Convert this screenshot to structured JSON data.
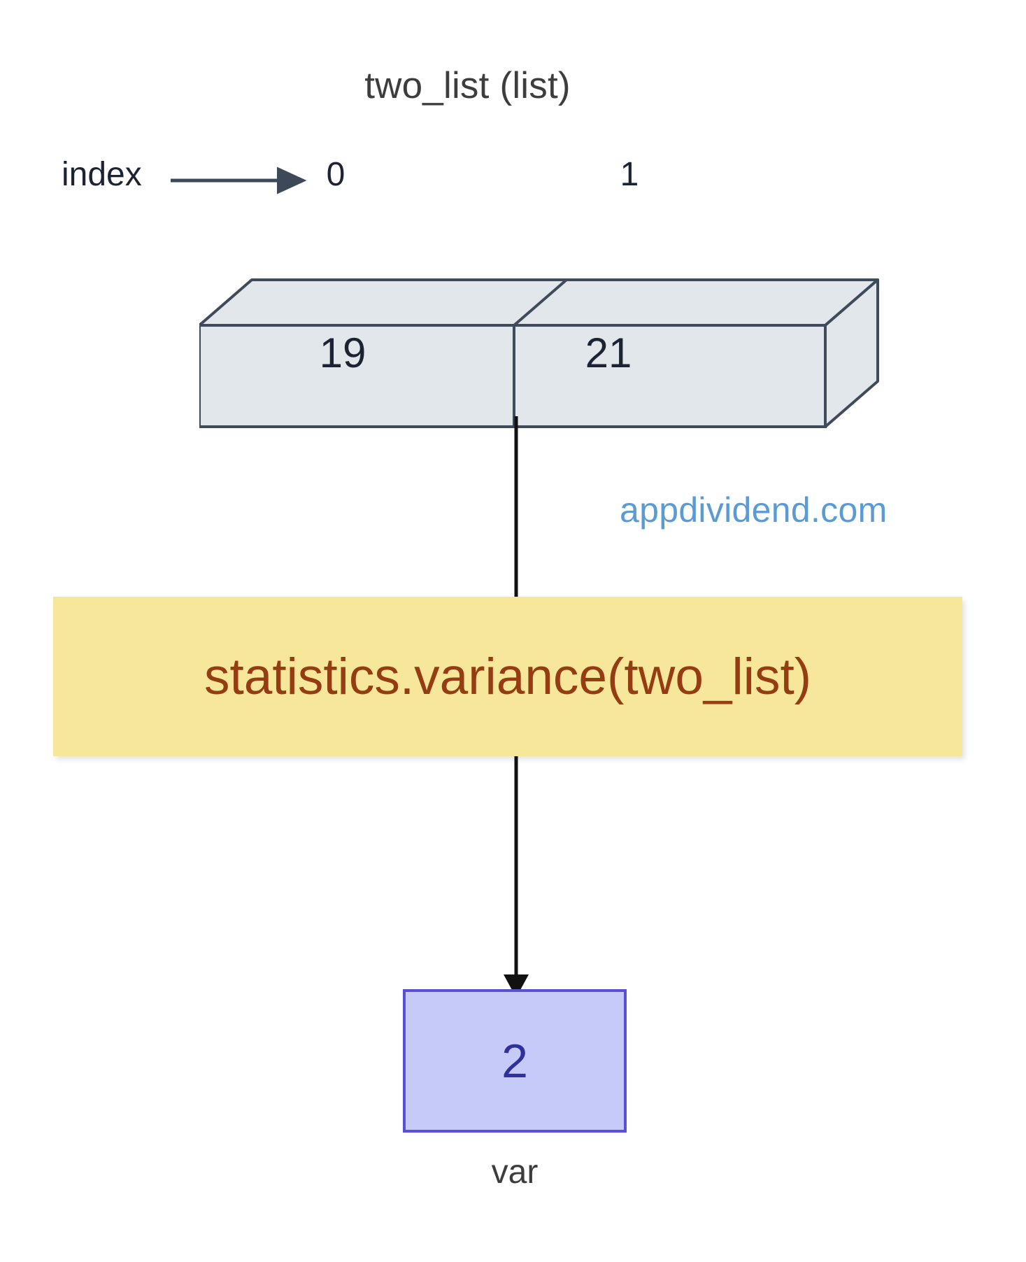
{
  "diagram": {
    "title": "two_list (list)",
    "index_row": {
      "label": "index",
      "indices": [
        "0",
        "1"
      ]
    },
    "array": {
      "values": [
        "19",
        "21"
      ],
      "fill_color": "#e2e7ec",
      "stroke_color": "#3f4a5a"
    },
    "call": {
      "text": "statistics.variance(two_list)",
      "fill_color": "#f7e79b",
      "text_color": "#963c12"
    },
    "result": {
      "value": "2",
      "label": "var",
      "fill_color": "#c5caf8",
      "border_color": "#5b4fd6",
      "text_color": "#2f2f9e"
    },
    "watermark": {
      "text": "appdividend.com",
      "color": "#5b9bd5"
    }
  },
  "chart_data": {
    "type": "diagram",
    "title": "two_list (list)",
    "nodes": [
      {
        "id": "array",
        "kind": "list-3d",
        "label": "two_list (list)",
        "items": [
          {
            "index": "0",
            "value": "19"
          },
          {
            "index": "1",
            "value": "21"
          }
        ]
      },
      {
        "id": "call",
        "kind": "function-call",
        "label": "statistics.variance(two_list)"
      },
      {
        "id": "result",
        "kind": "value-box",
        "label": "var",
        "value": "2"
      }
    ],
    "edges": [
      {
        "from": "index-label",
        "to": "index-0",
        "style": "arrow"
      },
      {
        "from": "array",
        "to": "call",
        "style": "line"
      },
      {
        "from": "call",
        "to": "result",
        "style": "arrow"
      }
    ]
  }
}
